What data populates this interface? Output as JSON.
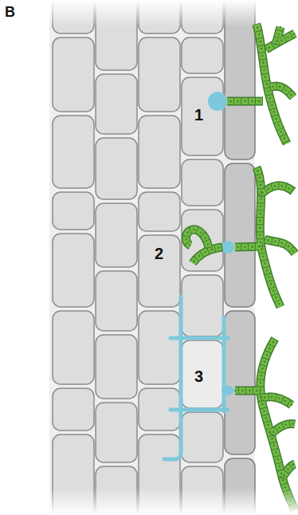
{
  "diagram": {
    "labels": [
      "B",
      "1",
      "2",
      "3"
    ]
  }
}
